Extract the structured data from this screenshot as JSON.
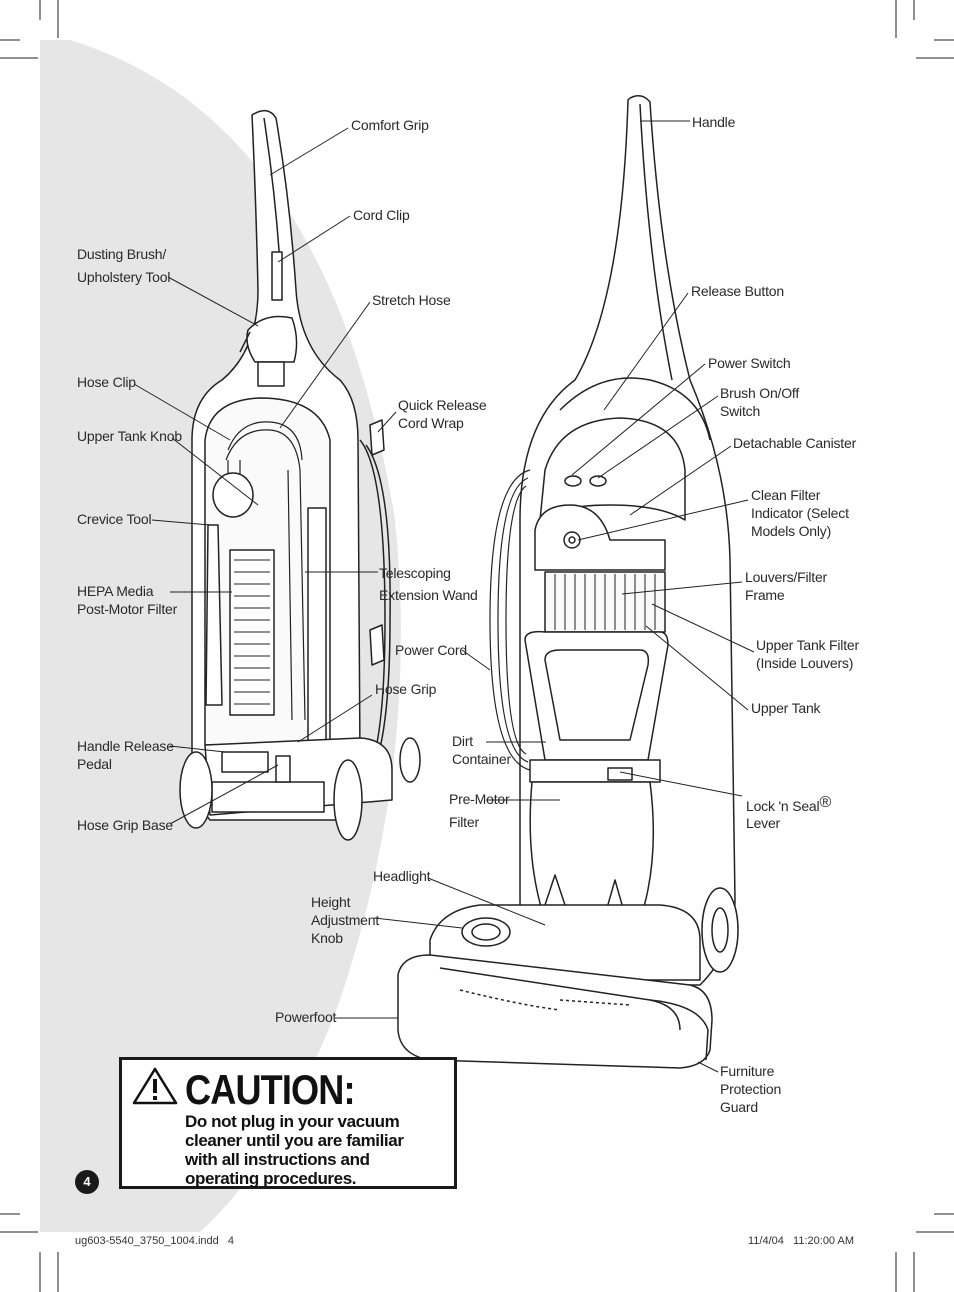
{
  "labels": {
    "comfort_grip": "Comfort Grip",
    "cord_clip": "Cord Clip",
    "dusting_brush_line1": "Dusting Brush/",
    "dusting_brush_line2": "Upholstery Tool",
    "stretch_hose": "Stretch Hose",
    "hose_clip": "Hose Clip",
    "quick_release": "Quick Release\nCord Wrap",
    "upper_tank_knob": "Upper Tank Knob",
    "crevice_tool": "Crevice Tool",
    "telescoping": "Telescoping\nExtension Wand",
    "hepa": "HEPA Media\nPost-Motor Filter",
    "power_cord": "Power Cord",
    "hose_grip": "Hose Grip",
    "handle_release": "Handle Release\nPedal",
    "hose_grip_base": "Hose Grip Base",
    "handle": "Handle",
    "release_button": "Release Button",
    "power_switch": "Power Switch",
    "brush_switch": "Brush On/Off\nSwitch",
    "detachable_canister": "Detachable Canister",
    "clean_filter": "Clean Filter\nIndicator (Select\nModels Only)",
    "louvers": "Louvers/Filter\nFrame",
    "upper_tank_filter": "Upper Tank Filter\n(Inside Louvers)",
    "upper_tank": "Upper Tank",
    "dirt_container": "Dirt\nContainer",
    "pre_motor_line1": "Pre-Motor",
    "pre_motor_line2": "Filter",
    "lock_seal": "Lock 'n Seal",
    "lock_seal_mark": "®",
    "lever": "Lever",
    "headlight": "Headlight",
    "height_knob": "Height\nAdjustment\nKnob",
    "powerfoot": "Powerfoot",
    "furniture_guard": "Furniture\nProtection\nGuard"
  },
  "caution": {
    "title": "CAUTION:",
    "body": "Do not plug in your vacuum\ncleaner until you are familiar\nwith all instructions and\noperating procedures."
  },
  "page_number": "4",
  "footer": {
    "file": "ug603-5540_3750_1004.indd   4",
    "datetime": "11/4/04   11:20:00 AM"
  }
}
